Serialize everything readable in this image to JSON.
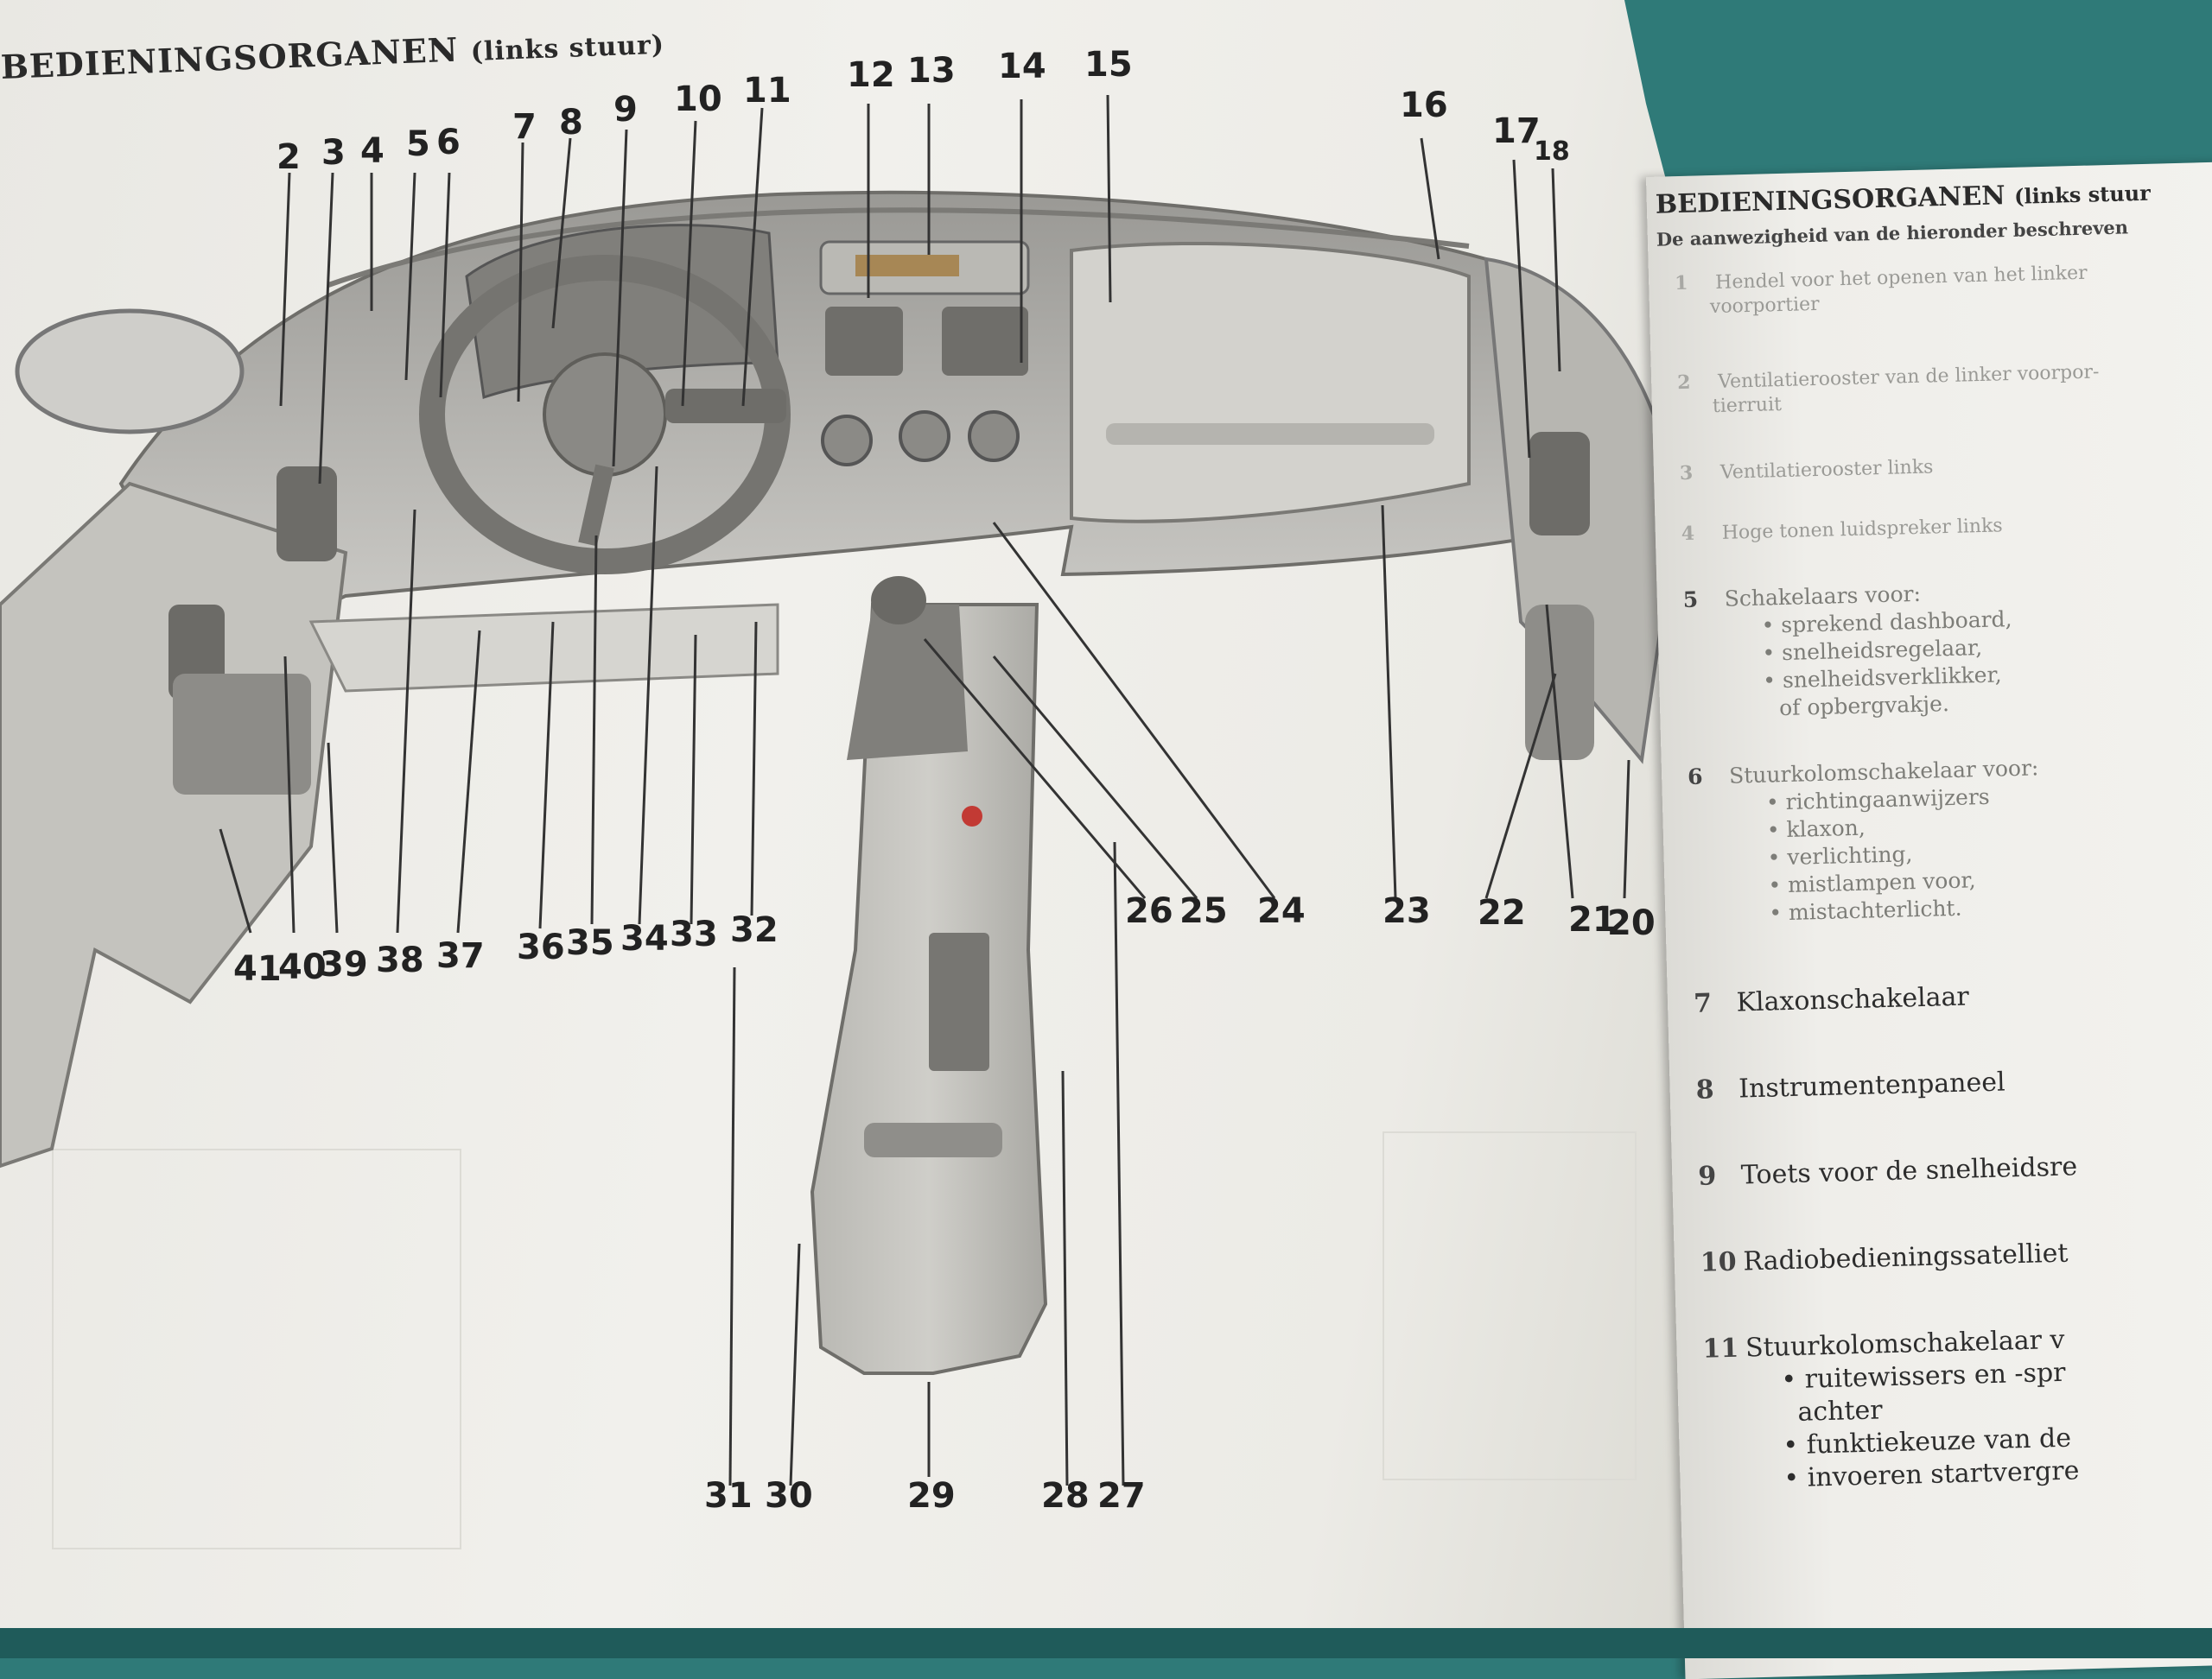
{
  "page": {
    "title": "BEDIENINGSORGANEN",
    "title_sub": "(links stuur)"
  },
  "diagram": {
    "callouts_top": [
      "2",
      "3",
      "4",
      "5",
      "6",
      "7",
      "8",
      "9",
      "10",
      "11",
      "12",
      "13",
      "14",
      "15",
      "16",
      "17",
      "18"
    ],
    "callouts_bottom_row": [
      "41",
      "40",
      "39",
      "38",
      "37",
      "36",
      "35",
      "34",
      "33",
      "32",
      "26",
      "25",
      "24",
      "23",
      "22",
      "21",
      "20"
    ],
    "callouts_console": [
      "31",
      "30",
      "29",
      "28",
      "27"
    ]
  },
  "side_page": {
    "title": "BEDIENINGSORGANEN",
    "title_sub": "(links stuur",
    "intro": "De aanwezigheid van de hieronder beschreven",
    "items": [
      {
        "num": "1",
        "lines": [
          "Hendel voor het openen van het linker",
          "voorportier"
        ]
      },
      {
        "num": "2",
        "lines": [
          "Ventilatierooster van de linker voorpor-",
          "tierruit"
        ]
      },
      {
        "num": "3",
        "lines": [
          "Ventilatierooster links"
        ]
      },
      {
        "num": "4",
        "lines": [
          "Hoge tonen luidspreker links"
        ]
      },
      {
        "num": "5",
        "lines": [
          "Schakelaars voor:"
        ],
        "bullets": [
          "sprekend dashboard,",
          "snelheidsregelaar,",
          "snelheidsverklikker,"
        ],
        "after": "of opbergvakje."
      },
      {
        "num": "6",
        "lines": [
          "Stuurkolomschakelaar voor:"
        ],
        "bullets": [
          "richtingaanwijzers",
          "klaxon,",
          "verlichting,",
          "mistlampen voor,",
          "mistachterlicht."
        ]
      },
      {
        "num": "7",
        "lines": [
          "Klaxonschakelaar"
        ]
      },
      {
        "num": "8",
        "lines": [
          "Instrumentenpaneel"
        ]
      },
      {
        "num": "9",
        "lines": [
          "Toets voor de snelheidsre"
        ]
      },
      {
        "num": "10",
        "lines": [
          "Radiobedieningssatelliet"
        ]
      },
      {
        "num": "11",
        "lines": [
          "Stuurkolomschakelaar v"
        ],
        "bullets": [
          "ruitewissers en -spr"
        ],
        "cont": "achter",
        "bullets2": [
          "funktiekeuze van de",
          "invoeren startvergre"
        ]
      }
    ]
  },
  "colors": {
    "background": "#2f7a78",
    "page": "#efeee9",
    "ink": "#222222"
  }
}
